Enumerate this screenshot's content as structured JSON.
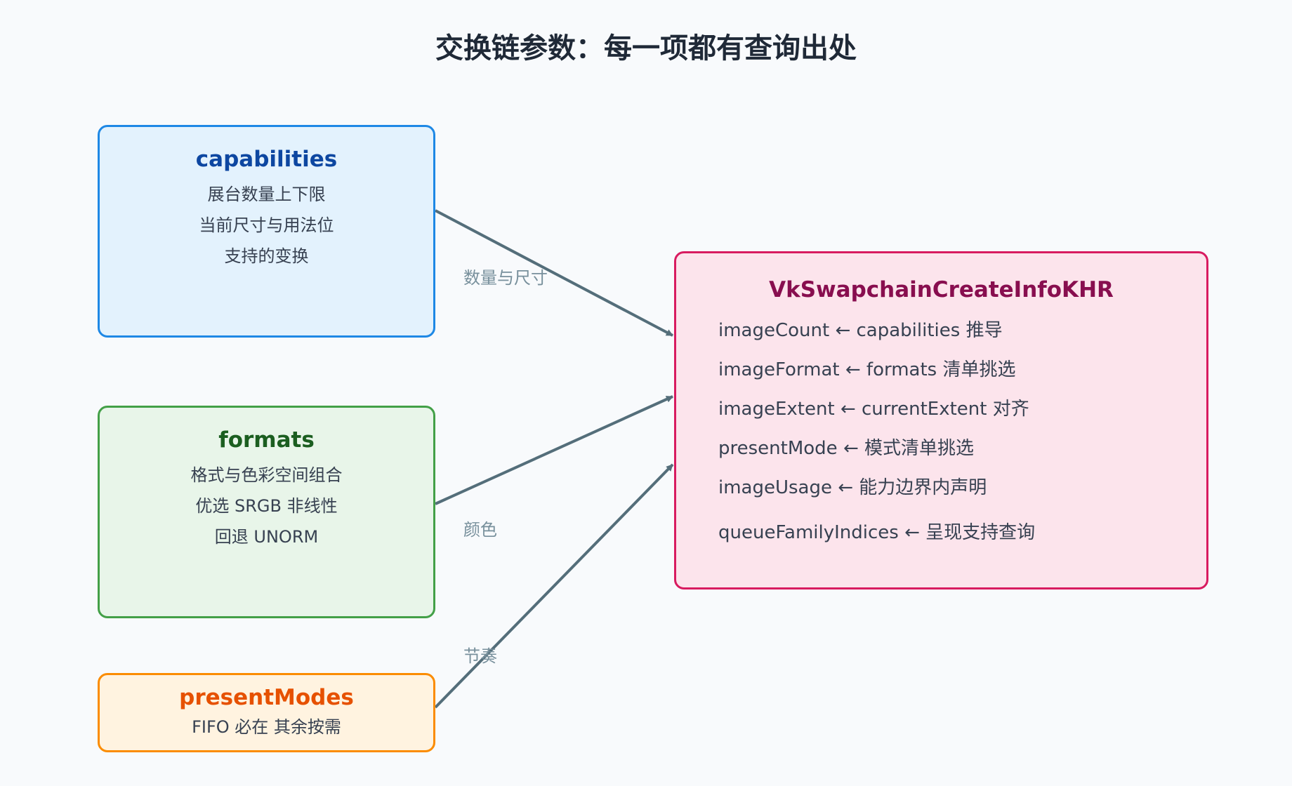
{
  "title": "交换链参数：每一项都有查询出处",
  "boxes": {
    "capabilities": {
      "title": "capabilities",
      "lines": [
        "展台数量上下限",
        "当前尺寸与用法位",
        "支持的变换"
      ]
    },
    "formats": {
      "title": "formats",
      "lines": [
        "格式与色彩空间组合",
        "优选 SRGB 非线性",
        "回退 UNORM"
      ]
    },
    "presentModes": {
      "title": "presentModes",
      "lines": [
        "FIFO 必在 其余按需"
      ]
    },
    "createInfo": {
      "title": "VkSwapchainCreateInfoKHR",
      "fields": [
        "imageCount ← capabilities 推导",
        "imageFormat ← formats 清单挑选",
        "imageExtent ← currentExtent 对齐",
        "presentMode ← 模式清单挑选",
        "imageUsage ← 能力边界内声明",
        "queueFamilyIndices ← 呈现支持查询"
      ]
    }
  },
  "edges": [
    {
      "from": "capabilities",
      "to": "createInfo",
      "label": "数量与尺寸"
    },
    {
      "from": "formats",
      "to": "createInfo",
      "label": "颜色"
    },
    {
      "from": "presentModes",
      "to": "createInfo",
      "label": "节奏"
    }
  ],
  "colors": {
    "edge": "#546e7a",
    "capabilities_border": "#1e88e5",
    "formats_border": "#43a047",
    "presentModes_border": "#fb8c00",
    "createInfo_border": "#d81b60"
  }
}
